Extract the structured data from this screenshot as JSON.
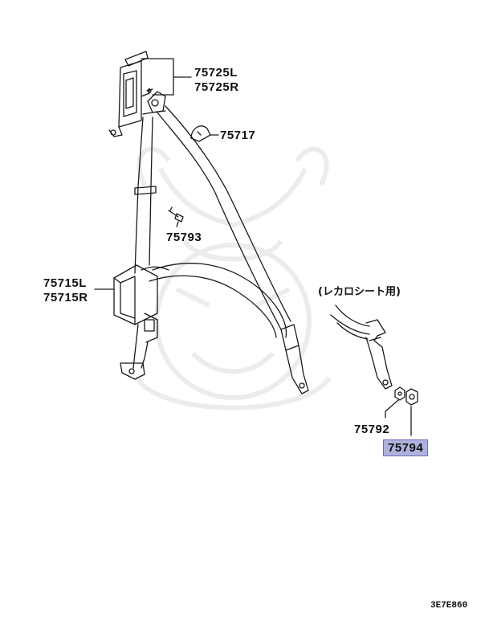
{
  "labels": {
    "p75725L": "75725L",
    "p75725R": "75725R",
    "p75717": "75717",
    "p75793": "75793",
    "p75715L": "75715L",
    "p75715R": "75715R",
    "p75792": "75792",
    "p75794": "75794"
  },
  "note": "(レカロシート用)",
  "diagram_code": "3E7E860",
  "colors": {
    "highlight_fill": "#aeb2dc",
    "line": "#1a1a1a",
    "watermark": "#ececec"
  }
}
